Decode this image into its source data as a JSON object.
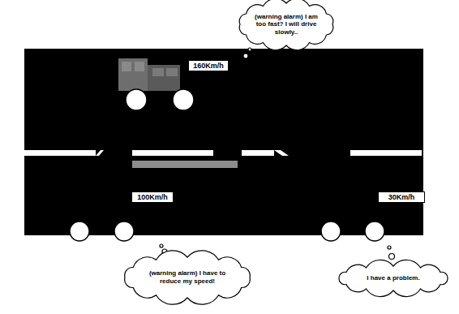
{
  "diagram": {
    "nodes": [
      {
        "text": [
          "(warning alarm) I am too fast? I will drive slowly.."
        ]
      },
      {
        "text": [
          "160Km/h"
        ]
      },
      {
        "text": [
          "100Km/h"
        ]
      },
      {
        "text": [
          "30Km/h"
        ]
      },
      {
        "text": [
          "(warning alarm) I have to reduce my speed!"
        ]
      },
      {
        "text": [
          "I have a problem."
        ]
      }
    ]
  }
}
